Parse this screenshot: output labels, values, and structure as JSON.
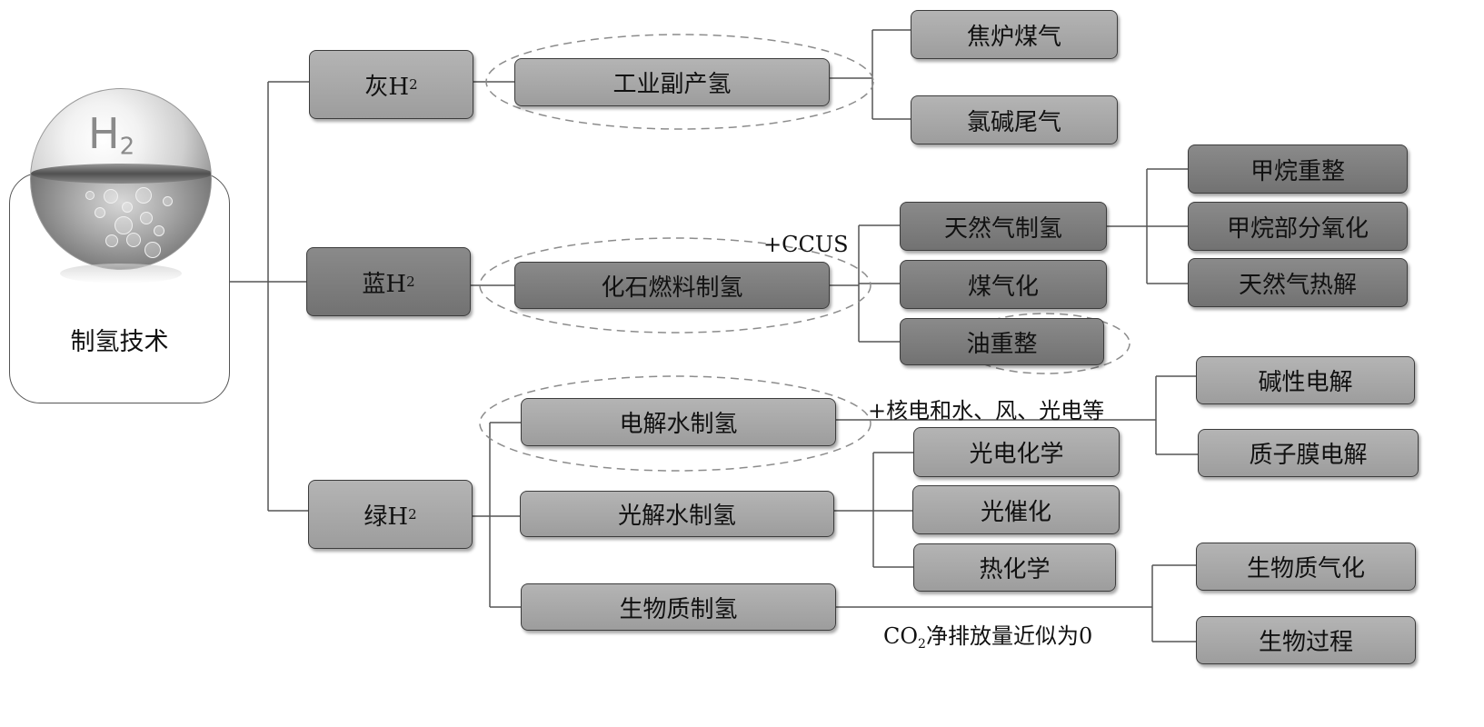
{
  "root": {
    "label": "制氢技术",
    "badge_main": "H",
    "badge_sub": "2"
  },
  "categories": {
    "grey": {
      "main": "灰H",
      "sub": "2"
    },
    "blue": {
      "main": "蓝H",
      "sub": "2"
    },
    "green": {
      "main": "绿H",
      "sub": "2"
    }
  },
  "methods": {
    "industrial_byproduct": "工业副产氢",
    "fossil_fuel": "化石燃料制氢",
    "electrolysis": "电解水制氢",
    "photolysis": "光解水制氢",
    "biomass": "生物质制氢"
  },
  "leaves": {
    "coke_oven_gas": "焦炉煤气",
    "chlor_alkali_tail_gas": "氯碱尾气",
    "natural_gas_h2": "天然气制氢",
    "coal_gasification": "煤气化",
    "oil_reforming": "油重整",
    "methane_reforming": "甲烷重整",
    "methane_partial_oxidation": "甲烷部分氧化",
    "natural_gas_pyrolysis": "天然气热解",
    "alkaline_electrolysis": "碱性电解",
    "pem_electrolysis": "质子膜电解",
    "photoelectrochemical": "光电化学",
    "photocatalysis": "光催化",
    "thermochemical": "热化学",
    "biomass_gasification": "生物质气化",
    "biological_process": "生物过程"
  },
  "annotations": {
    "ccus": "+CCUS",
    "renewables": "+核电和水、风、光电等",
    "co2_prefix": "CO",
    "co2_sub": "2",
    "co2_suffix": "净排放量近似为0"
  },
  "colors": {
    "light_box": "#a8a8a8",
    "dark_box": "#7e7e7e",
    "line": "#555555",
    "dashed": "#8c8c8c"
  }
}
